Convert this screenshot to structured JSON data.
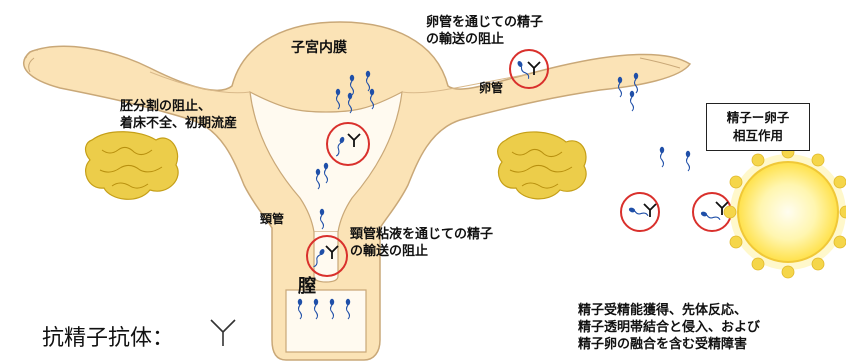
{
  "labels": {
    "endometrium": "子宮内膜",
    "oviduct": "卵管",
    "cervix": "頸管",
    "vagina": "膣",
    "oviduct_block": [
      "卵管を通じての精子",
      "の輸送の阻止"
    ],
    "implantation_block": [
      "胚分割の阻止、",
      "着床不全、初期流産"
    ],
    "cervical_block": [
      "頸管粘液を通じての精子",
      "の輸送の阻止"
    ],
    "sperm_egg_box": [
      "精子ー卵子",
      "相互作用"
    ],
    "fertilization_block": [
      "精子受精能獲得、先体反応、",
      "精子透明帯結合と侵入、および",
      "精子卵の融合を含む受精障害"
    ]
  },
  "legend": {
    "antibody_label": "抗精子抗体：",
    "antibody_symbol": "Y-shaped-antibody-icon"
  },
  "colors": {
    "tissue_fill": "#fbe3b6",
    "tissue_stroke": "#c9a878",
    "ovary": "#e8c63a",
    "circle": "#d9302c",
    "sperm": "#1f4fa8",
    "egg_core": "#fffce0",
    "egg_glow": "#ffe65a"
  }
}
